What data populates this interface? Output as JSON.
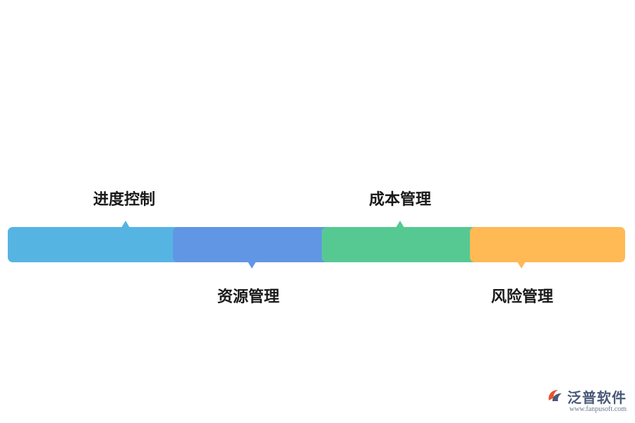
{
  "diagram": {
    "stages": [
      {
        "label": "进度控制",
        "color": "#56b4e2",
        "label_pos": "top"
      },
      {
        "label": "资源管理",
        "color": "#6196e5",
        "label_pos": "bottom"
      },
      {
        "label": "成本管理",
        "color": "#56c993",
        "label_pos": "top"
      },
      {
        "label": "风险管理",
        "color": "#ffb955",
        "label_pos": "bottom"
      }
    ]
  },
  "brand": {
    "name": "泛普软件",
    "url": "www.fanpusoft.com",
    "icon": "fanpu-logo-icon"
  }
}
